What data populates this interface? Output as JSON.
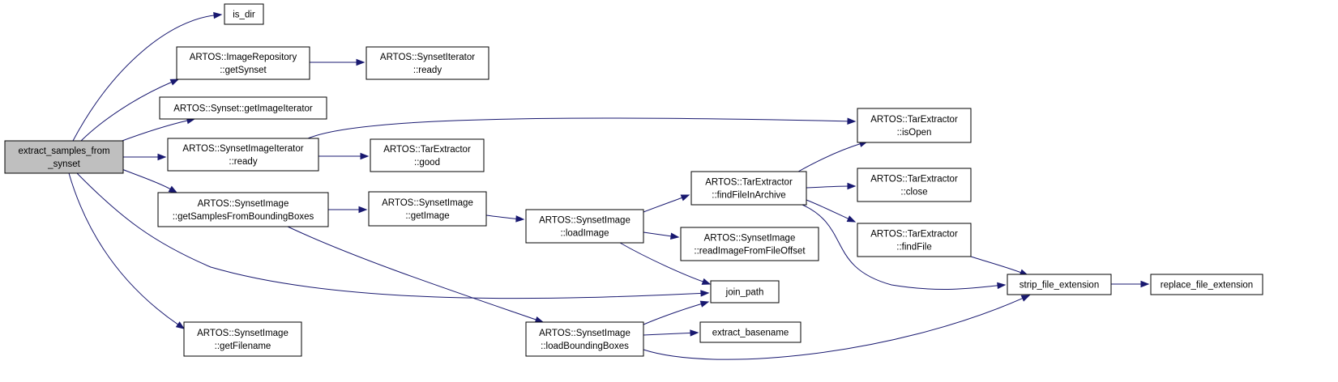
{
  "diagram": {
    "type": "call-graph",
    "edge_color": "#191970",
    "root_fill": "#bfbfbf",
    "node_fill": "#ffffff",
    "nodes": [
      {
        "id": "extract_samples",
        "lines": [
          "extract_samples_from",
          "_synset"
        ],
        "root": true
      },
      {
        "id": "is_dir",
        "lines": [
          "is_dir"
        ]
      },
      {
        "id": "imgrepo_getsynset",
        "lines": [
          "ARTOS::ImageRepository",
          "::getSynset"
        ]
      },
      {
        "id": "synsetiter_ready",
        "lines": [
          "ARTOS::SynsetIterator",
          "::ready"
        ]
      },
      {
        "id": "synset_getimageiterator",
        "lines": [
          "ARTOS::Synset::getImageIterator"
        ]
      },
      {
        "id": "synsetimageiter_ready",
        "lines": [
          "ARTOS::SynsetImageIterator",
          "::ready"
        ]
      },
      {
        "id": "tar_good",
        "lines": [
          "ARTOS::TarExtractor",
          "::good"
        ]
      },
      {
        "id": "tar_isopen",
        "lines": [
          "ARTOS::TarExtractor",
          "::isOpen"
        ]
      },
      {
        "id": "si_getsamples",
        "lines": [
          "ARTOS::SynsetImage",
          "::getSamplesFromBoundingBoxes"
        ]
      },
      {
        "id": "si_getimage",
        "lines": [
          "ARTOS::SynsetImage",
          "::getImage"
        ]
      },
      {
        "id": "si_loadimage",
        "lines": [
          "ARTOS::SynsetImage",
          "::loadImage"
        ]
      },
      {
        "id": "tar_findfileinarchive",
        "lines": [
          "ARTOS::TarExtractor",
          "::findFileInArchive"
        ]
      },
      {
        "id": "tar_close",
        "lines": [
          "ARTOS::TarExtractor",
          "::close"
        ]
      },
      {
        "id": "si_readimage",
        "lines": [
          "ARTOS::SynsetImage",
          "::readImageFromFileOffset"
        ]
      },
      {
        "id": "tar_findfile",
        "lines": [
          "ARTOS::TarExtractor",
          "::findFile"
        ]
      },
      {
        "id": "strip_file_extension",
        "lines": [
          "strip_file_extension"
        ]
      },
      {
        "id": "replace_file_extension",
        "lines": [
          "replace_file_extension"
        ]
      },
      {
        "id": "join_path",
        "lines": [
          "join_path"
        ]
      },
      {
        "id": "si_getfilename",
        "lines": [
          "ARTOS::SynsetImage",
          "::getFilename"
        ]
      },
      {
        "id": "si_loadboundingboxes",
        "lines": [
          "ARTOS::SynsetImage",
          "::loadBoundingBoxes"
        ]
      },
      {
        "id": "extract_basename",
        "lines": [
          "extract_basename"
        ]
      }
    ],
    "edges": [
      {
        "from": "extract_samples",
        "to": "is_dir"
      },
      {
        "from": "extract_samples",
        "to": "imgrepo_getsynset"
      },
      {
        "from": "extract_samples",
        "to": "synset_getimageiterator"
      },
      {
        "from": "extract_samples",
        "to": "synsetimageiter_ready"
      },
      {
        "from": "extract_samples",
        "to": "si_getsamples"
      },
      {
        "from": "extract_samples",
        "to": "join_path"
      },
      {
        "from": "extract_samples",
        "to": "si_getfilename"
      },
      {
        "from": "imgrepo_getsynset",
        "to": "synsetiter_ready"
      },
      {
        "from": "synsetimageiter_ready",
        "to": "tar_good"
      },
      {
        "from": "synsetimageiter_ready",
        "to": "tar_isopen"
      },
      {
        "from": "si_getsamples",
        "to": "si_getimage"
      },
      {
        "from": "si_getsamples",
        "to": "si_loadboundingboxes"
      },
      {
        "from": "si_getimage",
        "to": "si_loadimage"
      },
      {
        "from": "si_loadimage",
        "to": "tar_findfileinarchive"
      },
      {
        "from": "si_loadimage",
        "to": "si_readimage"
      },
      {
        "from": "si_loadimage",
        "to": "join_path"
      },
      {
        "from": "tar_findfileinarchive",
        "to": "tar_isopen"
      },
      {
        "from": "tar_findfileinarchive",
        "to": "tar_close"
      },
      {
        "from": "tar_findfileinarchive",
        "to": "tar_findfile"
      },
      {
        "from": "tar_findfileinarchive",
        "to": "strip_file_extension"
      },
      {
        "from": "tar_findfile",
        "to": "strip_file_extension"
      },
      {
        "from": "strip_file_extension",
        "to": "replace_file_extension"
      },
      {
        "from": "si_loadboundingboxes",
        "to": "join_path"
      },
      {
        "from": "si_loadboundingboxes",
        "to": "extract_basename"
      },
      {
        "from": "si_loadboundingboxes",
        "to": "strip_file_extension"
      }
    ]
  }
}
